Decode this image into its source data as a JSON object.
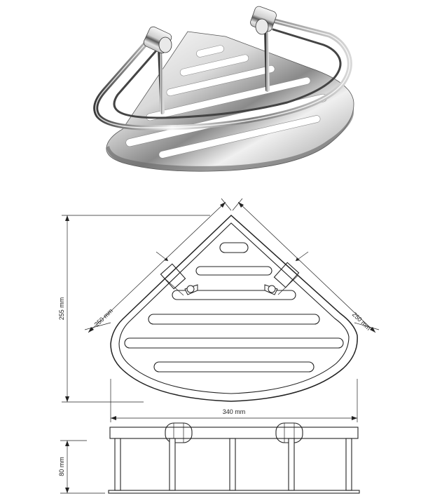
{
  "dimensions": {
    "height": "255 mm",
    "side_left": "250 mm",
    "side_right": "250 mm",
    "width": "340 mm",
    "depth": "80 mm"
  },
  "colors": {
    "line": "#222222",
    "chrome_light": "#f4f4f4",
    "chrome_mid": "#b8b8b8",
    "chrome_dark": "#2e2e2e",
    "background": "#ffffff"
  }
}
